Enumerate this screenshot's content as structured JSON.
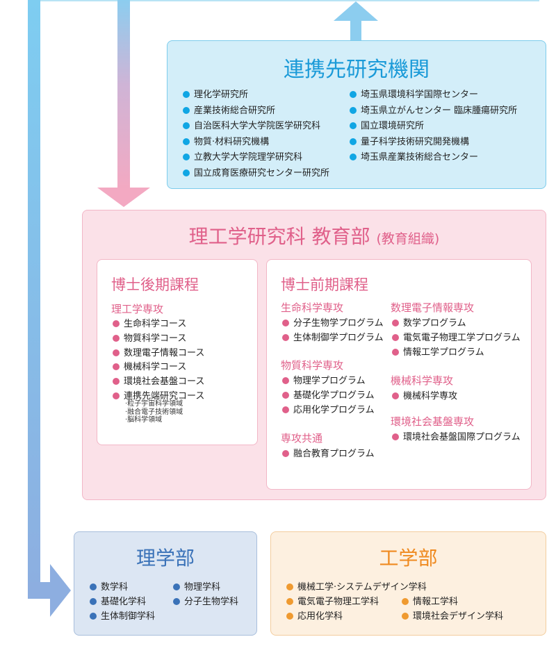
{
  "top_institutes": {
    "title": "連携先研究機関",
    "left_items": [
      "理化学研究所",
      "産業技術総合研究所",
      "自治医科大学大学院医学研究科",
      "物質·材料研究機構",
      "立教大学大学院理学研究科",
      "国立成育医療研究センター研究所"
    ],
    "right_items": [
      "埼玉県環境科学国際センター",
      "埼玉県立がんセンター 臨床腫瘍研究所",
      "国立環境研究所",
      "量子科学技術研究開発機構",
      "埼玉県産業技術総合センター"
    ]
  },
  "grad_school": {
    "title": "理工学研究科 教育部",
    "title_paren": "(教育組織)",
    "doctoral": {
      "title": "博士後期課程",
      "major": "理工学専攻",
      "courses": [
        "生命科学コース",
        "物質科学コース",
        "数理電子情報コース",
        "機械科学コース",
        "環境社会基盤コース",
        "連携先端研究コース"
      ],
      "sub_fields": [
        "·粒子宇宙科学領域",
        "·融合電子技術領域",
        "·脳科学領域"
      ]
    },
    "masters": {
      "title": "博士前期課程",
      "groups": [
        {
          "name": "生命科学専攻",
          "programs": [
            "分子生物学プログラム",
            "生体制御学プログラム"
          ]
        },
        {
          "name": "物質科学専攻",
          "programs": [
            "物理学プログラム",
            "基礎化学プログラム",
            "応用化学プログラム"
          ]
        },
        {
          "name": "専攻共通",
          "programs": [
            "融合教育プログラム"
          ]
        },
        {
          "name": "数理電子情報専攻",
          "programs": [
            "数学プログラム",
            "電気電子物理工学プログラム",
            "情報工学プログラム"
          ]
        },
        {
          "name": "機械科学専攻",
          "programs": [
            "機械科学専攻"
          ]
        },
        {
          "name": "環境社会基盤専攻",
          "programs": [
            "環境社会基盤国際プログラム"
          ]
        }
      ]
    }
  },
  "science": {
    "title": "理学部",
    "items": [
      "数学科",
      "物理学科",
      "基礎化学科",
      "分子生物学科",
      "生体制御学科"
    ]
  },
  "engineering": {
    "title": "工学部",
    "items": [
      "機械工学·システムデザイン学科",
      "電気電子物理工学科",
      "情報工学科",
      "応用化学科",
      "環境社会デザイン学科"
    ]
  },
  "colors": {
    "cyan_box_bg": "#d3eef9",
    "cyan_box_border": "#7cccec",
    "cyan_title": "#1a9ad8",
    "pink_box_bg": "#fbe1e8",
    "pink_box_border": "#f2b6c6",
    "pink_title": "#e0608a",
    "blue_box_bg": "#dce6f3",
    "blue_box_border": "#a8bedc",
    "blue_title": "#3a72b8",
    "orange_box_bg": "#fdf0e0",
    "orange_box_border": "#f3cd9e",
    "orange_title": "#ef8a20"
  }
}
